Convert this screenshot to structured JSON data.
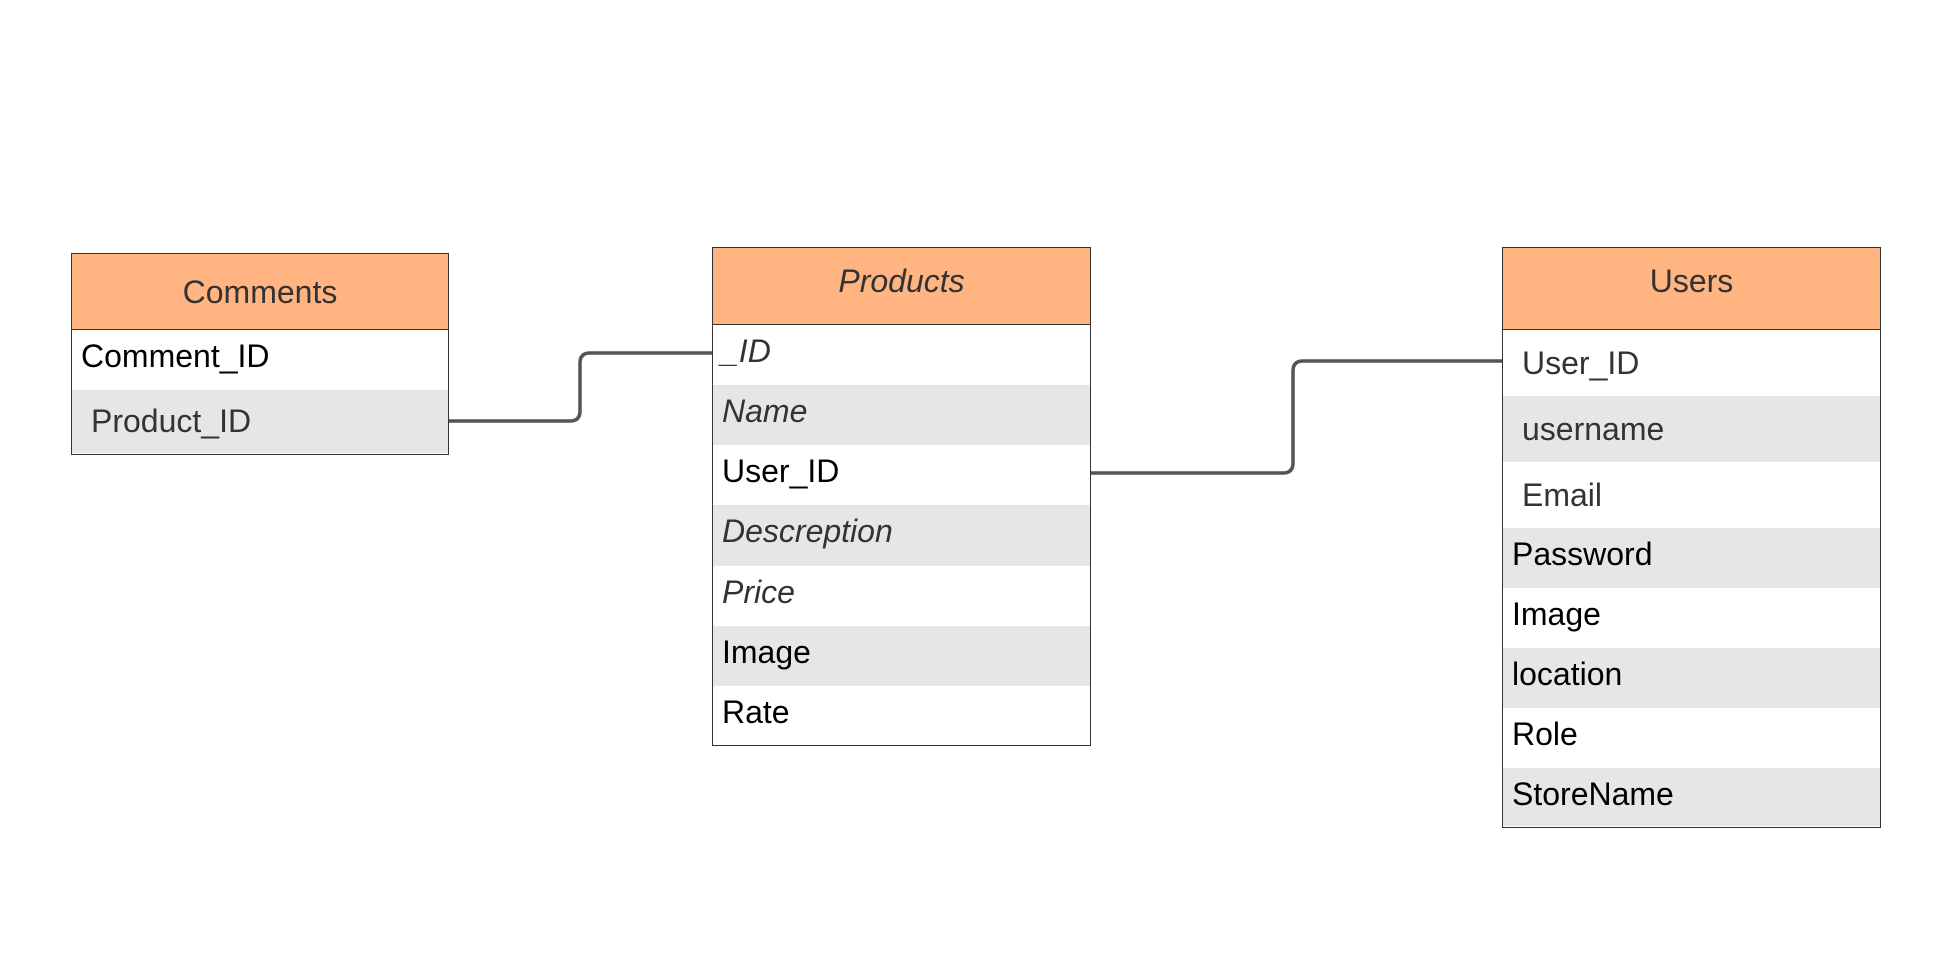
{
  "entities": {
    "comments": {
      "title": "Comments",
      "fields": [
        "Comment_ID",
        "Product_ID"
      ]
    },
    "products": {
      "title": "Products",
      "fields": [
        "_ID",
        "Name",
        "User_ID",
        "Descreption",
        "Price",
        "Image",
        "Rate"
      ]
    },
    "users": {
      "title": "Users",
      "fields": [
        "User_ID",
        "username",
        "Email",
        "Password",
        "Image",
        "location",
        "Role",
        "StoreName"
      ]
    }
  },
  "relationships": [
    {
      "from": "Comments.Product_ID",
      "to": "Products._ID"
    },
    {
      "from": "Products.User_ID",
      "to": "Users.User_ID"
    }
  ],
  "colors": {
    "header_fill": "#FFB482",
    "row_shade": "#E6E6E6",
    "border": "#333333",
    "connector": "#555555"
  }
}
